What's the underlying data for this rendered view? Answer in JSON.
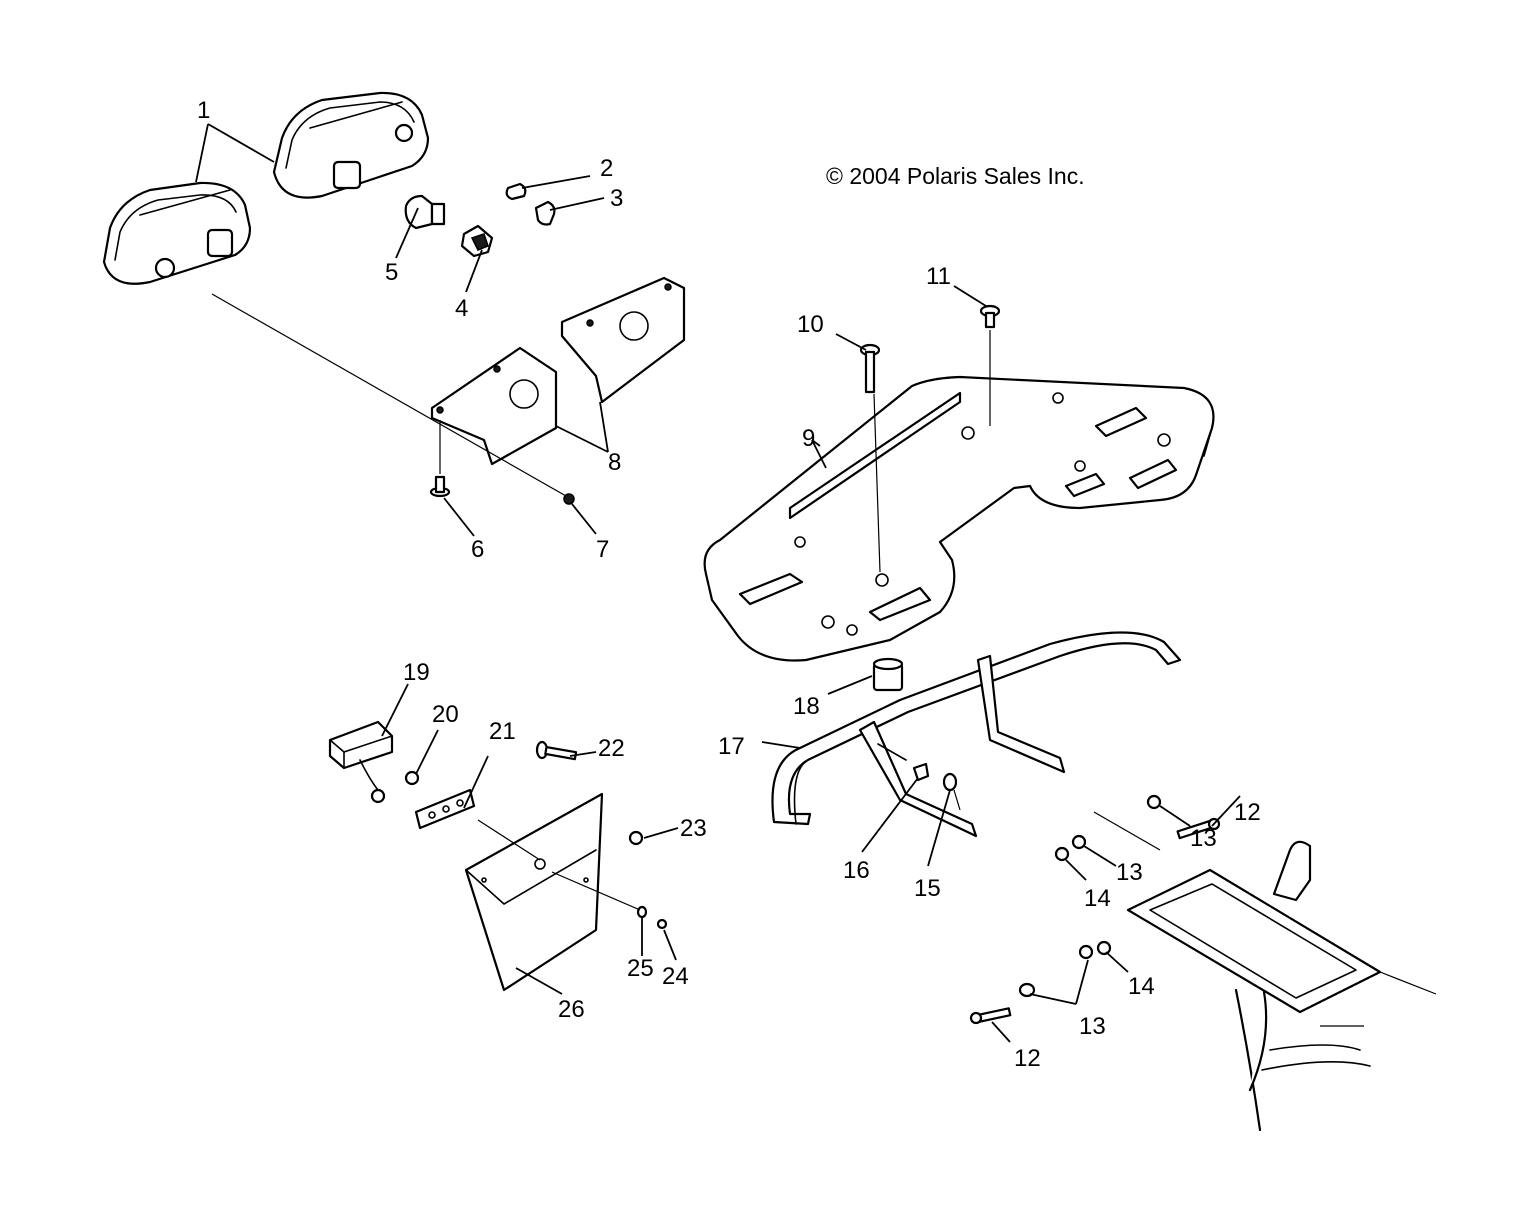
{
  "copyright": "© 2004 Polaris Sales Inc.",
  "callouts": [
    "1",
    "2",
    "3",
    "4",
    "5",
    "6",
    "7",
    "8",
    "9",
    "10",
    "11",
    "12",
    "13",
    "14",
    "15",
    "16",
    "17",
    "18",
    "19",
    "20",
    "21",
    "22",
    "23",
    "24",
    "25",
    "26"
  ],
  "repeated_callouts": {
    "callout_12b": "12",
    "callout_13b": "13",
    "callout_13c": "13",
    "callout_14b": "14"
  }
}
